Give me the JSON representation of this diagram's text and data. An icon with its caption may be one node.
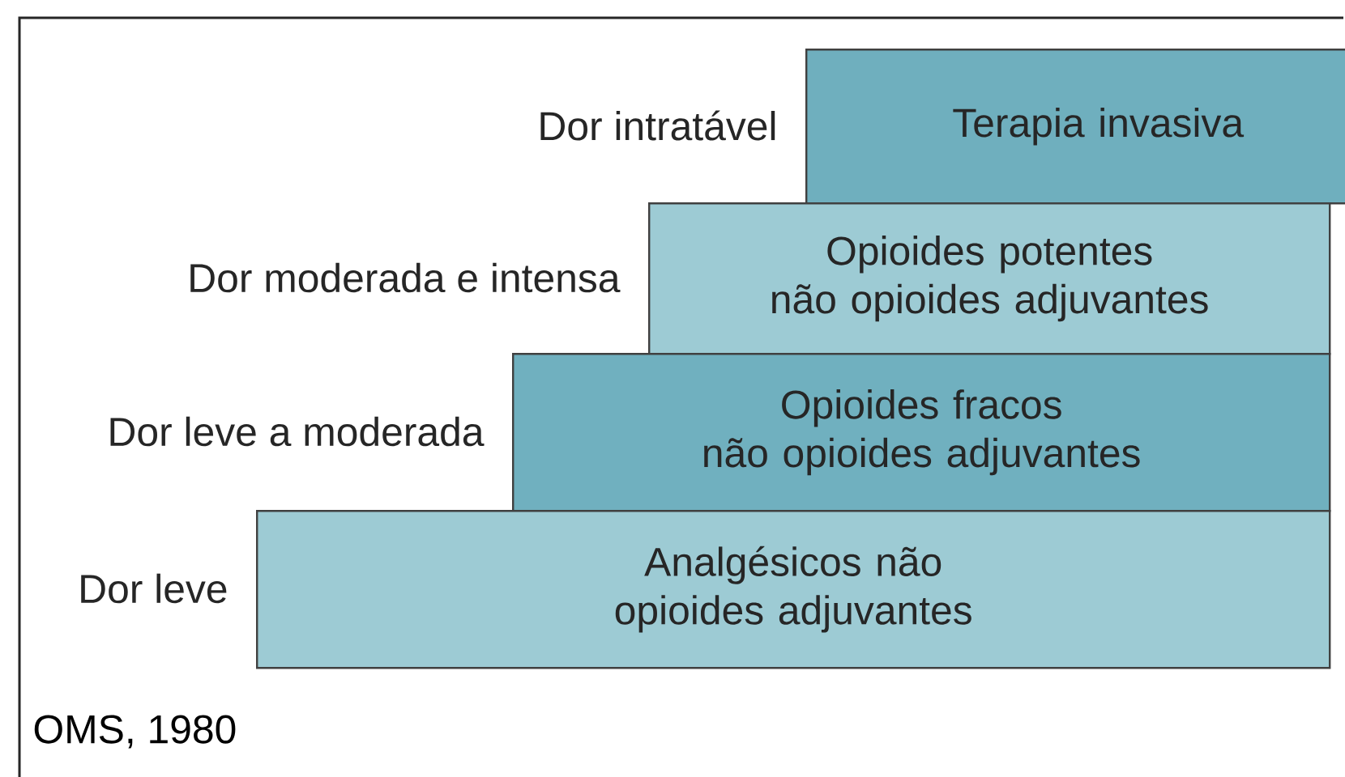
{
  "diagram": {
    "nodes": [
      {
        "text": [
          "Terapia invasiva"
        ],
        "beside": [
          "Dor intratável"
        ]
      },
      {
        "text": [
          "Opioides potentes",
          "não opioides adjuvantes"
        ],
        "beside": [
          "Dor moderada e intensa"
        ]
      },
      {
        "text": [
          "Opioides fracos",
          "não opioides adjuvantes"
        ],
        "beside": [
          "Dor leve a moderada"
        ]
      },
      {
        "text": [
          "Analgésicos não opioides adjuvantes"
        ],
        "beside": [
          "Dor leve"
        ]
      }
    ],
    "labels": [
      "OMS, 1980"
    ]
  }
}
